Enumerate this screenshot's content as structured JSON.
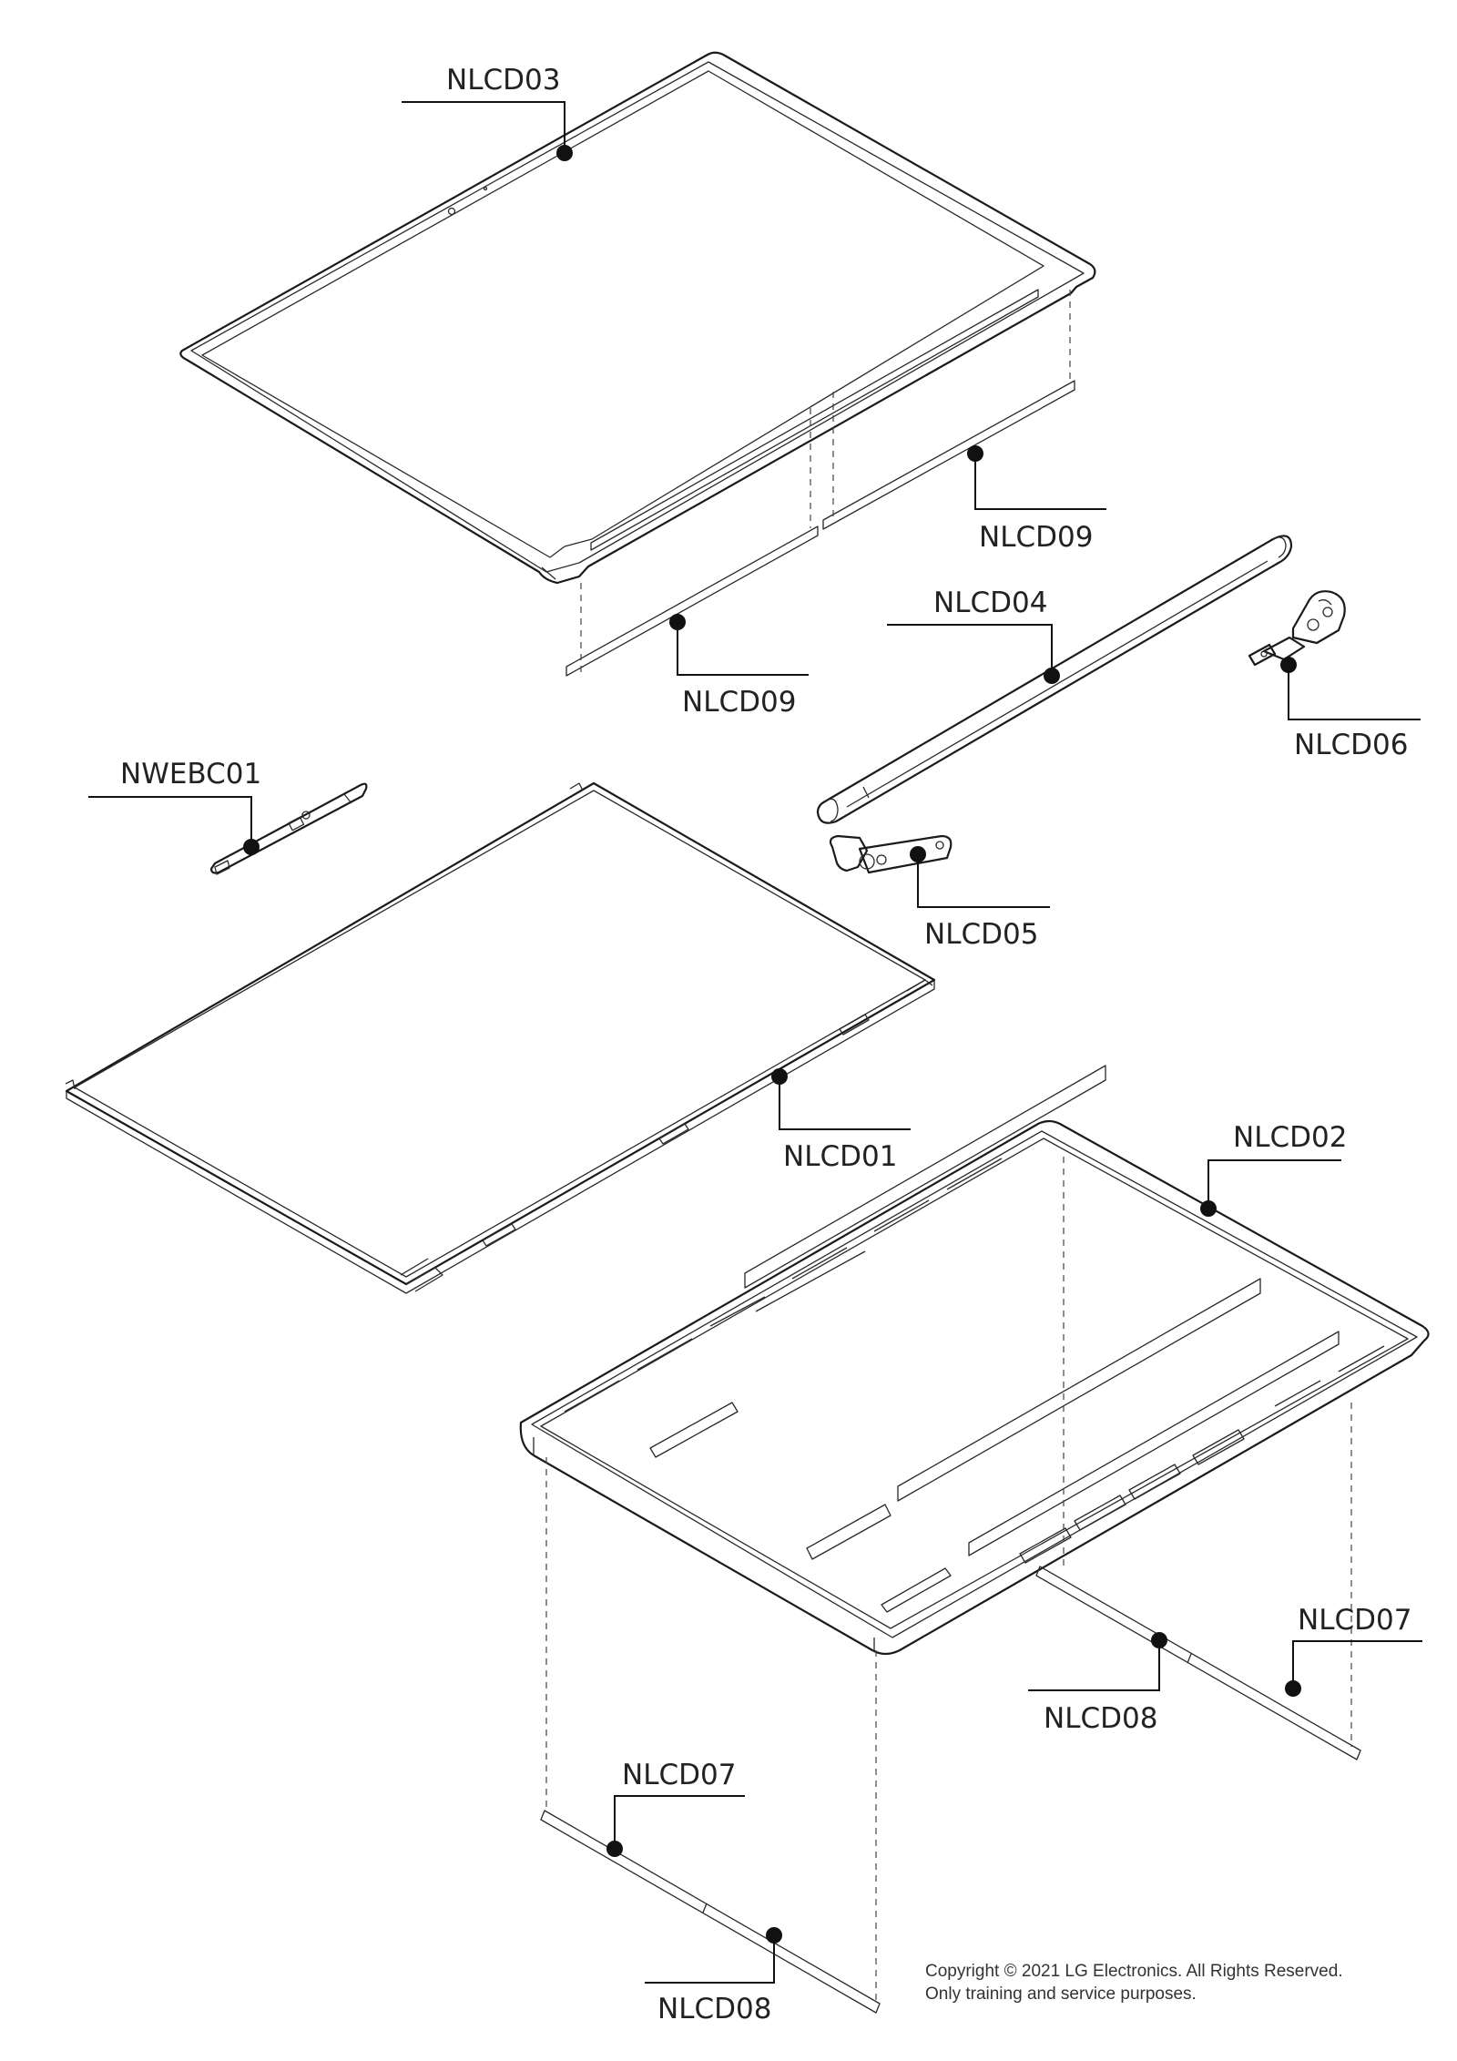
{
  "labels": {
    "nlcd03": "NLCD03",
    "nlcd09_right": "NLCD09",
    "nlcd09_left": "NLCD09",
    "nlcd04": "NLCD04",
    "nlcd06": "NLCD06",
    "nwebc01": "NWEBC01",
    "nlcd05": "NLCD05",
    "nlcd01": "NLCD01",
    "nlcd02": "NLCD02",
    "nlcd07_right": "NLCD07",
    "nlcd08_right": "NLCD08",
    "nlcd07_bottom": "NLCD07",
    "nlcd08_bottom": "NLCD08"
  },
  "copyright": {
    "line1": "Copyright © 2021 LG Electronics. All Rights Reserved.",
    "line2": "Only training and service purposes."
  }
}
